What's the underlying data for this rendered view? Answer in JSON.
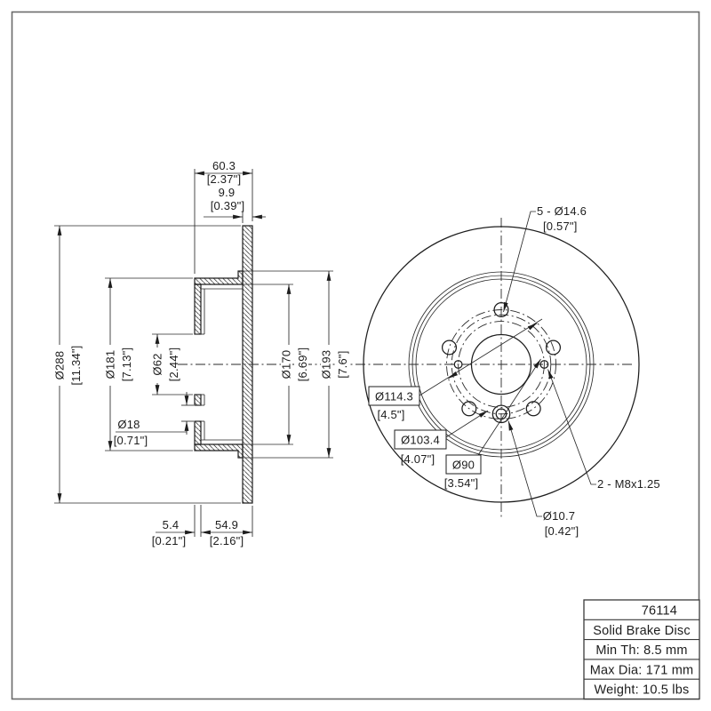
{
  "drawing": {
    "section": {
      "total_width": {
        "mm": "60.3",
        "in": "[2.37\"]"
      },
      "plate_th": {
        "mm": "9.9",
        "in": "[0.39\"]"
      },
      "outer_dia": {
        "mm": "Ø288",
        "in": "[11.34\"]"
      },
      "hat_dia": {
        "mm": "Ø181",
        "in": "[7.13\"]"
      },
      "pilot_dia": {
        "mm": "Ø62",
        "in": "[2.44\"]"
      },
      "hole_dia18": {
        "mm": "Ø18",
        "in": "[0.71\"]"
      },
      "inner_dia170": {
        "mm": "Ø170",
        "in": "[6.69\"]"
      },
      "step_dia193": {
        "mm": "Ø193",
        "in": "[7.6\"]"
      },
      "hat_th": {
        "mm": "5.4",
        "in": "[0.21\"]"
      },
      "offset_depth": {
        "mm": "54.9",
        "in": "[2.16\"]"
      }
    },
    "front": {
      "lug_holes": {
        "mm": "5 - Ø14.6",
        "in": "[0.57\"]"
      },
      "bolt_circle": {
        "mm": "Ø114.3",
        "in": "[4.5\"]"
      },
      "circle_103": {
        "mm": "Ø103.4",
        "in": "[4.07\"]"
      },
      "circle_90": {
        "mm": "Ø90",
        "in": "[3.54\"]"
      },
      "thread_note": "2 - M8x1.25",
      "small_hole": {
        "mm": "Ø10.7",
        "in": "[0.42\"]"
      }
    },
    "title_block": {
      "part_number": "76114",
      "description": "Solid Brake Disc",
      "min_thickness": "Min Th: 8.5 mm",
      "max_diameter": "Max Dia: 171 mm",
      "weight": "Weight: 10.5 lbs"
    }
  }
}
